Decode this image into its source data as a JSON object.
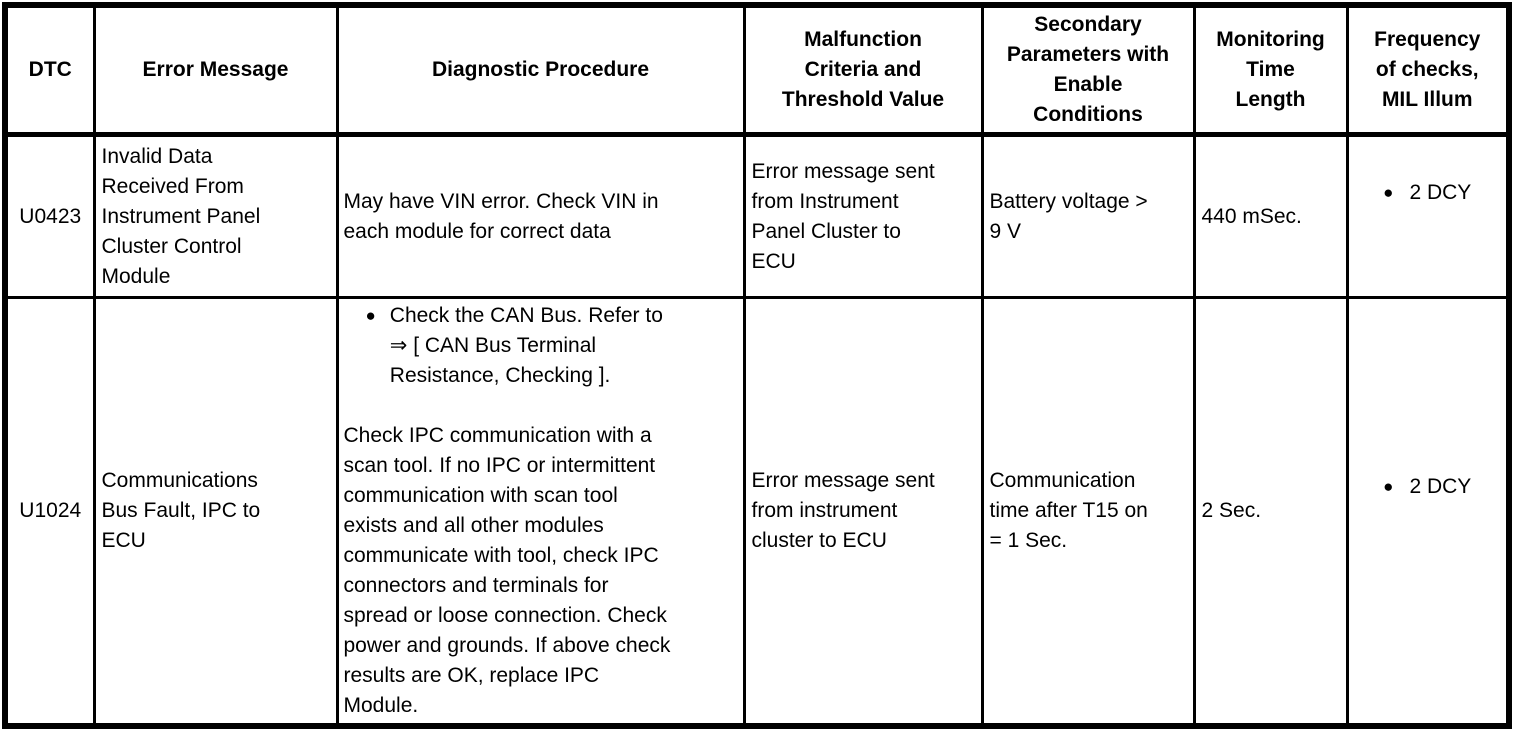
{
  "colors": {
    "border": "#000000",
    "background": "#ffffff",
    "text": "#000000"
  },
  "icons": {
    "bullet": "●"
  },
  "table": {
    "headers": [
      {
        "label": "DTC"
      },
      {
        "label": "Error Message"
      },
      {
        "label": "Diagnostic Procedure"
      },
      {
        "label": "Malfunction\nCriteria and\nThreshold Value"
      },
      {
        "label": "Secondary\nParameters with\nEnable\nConditions"
      },
      {
        "label": "Monitoring\nTime\nLength"
      },
      {
        "label": "Frequency\nof checks,\nMIL Illum"
      }
    ],
    "rows": [
      {
        "dtc": "U0423",
        "error_message": "Invalid Data\nReceived From\nInstrument Panel\nCluster Control\nModule",
        "diagnostic_procedure": "May have VIN error. Check VIN in\neach module for correct data",
        "malfunction_criteria": "Error message sent\nfrom Instrument\nPanel Cluster to\nECU",
        "secondary_parameters": "Battery voltage >\n9 V",
        "monitoring_time": "440 mSec.",
        "frequency": {
          "label": "2 DCY"
        }
      },
      {
        "dtc": "U1024",
        "error_message": "Communications\nBus Fault, IPC to\nECU",
        "diagnostic_bullet": "Check the CAN Bus. Refer to\n⇒ [ CAN Bus Terminal\nResistance, Checking ].",
        "diagnostic_paragraph": "Check IPC communication with a\nscan tool. If no IPC or intermittent\ncommunication with scan tool\nexists and all other modules\ncommunicate with tool, check IPC\nconnectors and terminals for\nspread or loose connection. Check\npower and grounds. If above check\nresults are OK, replace IPC\nModule.",
        "malfunction_criteria": "Error message sent\nfrom instrument\ncluster to ECU",
        "secondary_parameters": "Communication\ntime after T15 on\n= 1 Sec.",
        "monitoring_time": "2 Sec.",
        "frequency": {
          "label": "2 DCY"
        }
      }
    ]
  }
}
